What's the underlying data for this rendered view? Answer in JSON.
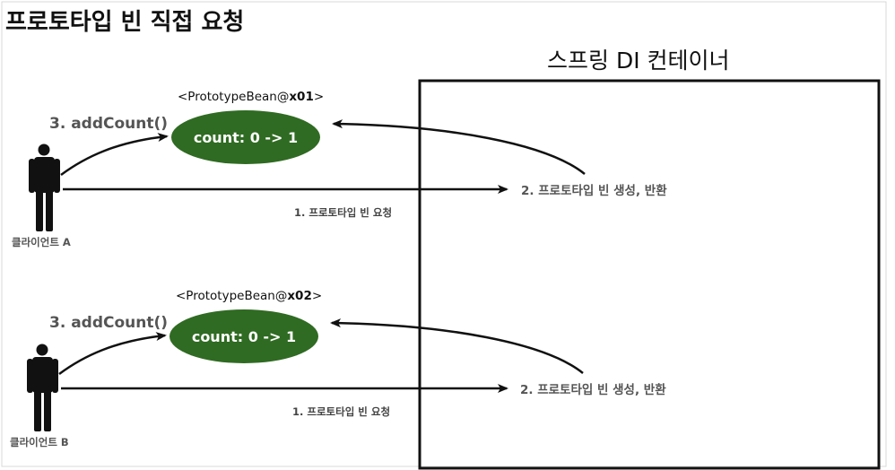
{
  "title": "프로토타입 빈 직접 요청",
  "container": {
    "title": "스프링 DI 컨테이너"
  },
  "colors": {
    "bean_fill": "#2f6b22",
    "bean_text": "#ffffff",
    "arrow": "#111111",
    "person": "#111111",
    "frame": "#111111",
    "label_gray": "#555555"
  },
  "flows": [
    {
      "client": {
        "name": "클라이언트 A",
        "icon": "person-icon"
      },
      "bean": {
        "type_prefix": "<PrototypeBean@",
        "address": "x01",
        "type_suffix": ">",
        "state": "count: 0 -> 1"
      },
      "add_count": "3. addCount()",
      "request": "1. 프로토타입 빈 요청",
      "create_return": "2. 프로토타입 빈 생성, 반환"
    },
    {
      "client": {
        "name": "클라이언트 B",
        "icon": "person-icon"
      },
      "bean": {
        "type_prefix": "<PrototypeBean@",
        "address": "x02",
        "type_suffix": ">",
        "state": "count: 0 -> 1"
      },
      "add_count": "3. addCount()",
      "request": "1. 프로토타입 빈 요청",
      "create_return": "2. 프로토타입 빈 생성, 반환"
    }
  ]
}
